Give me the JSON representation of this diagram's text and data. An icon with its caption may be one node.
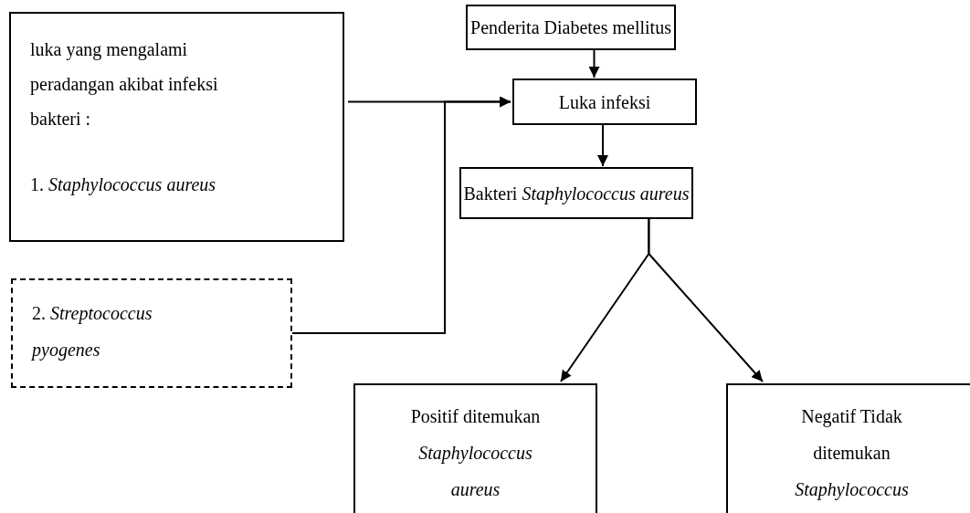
{
  "diagram": {
    "nodes": [
      {
        "text": [
          "luka yang mengalami peradangan akibat infeksi bakteri :",
          "1. *Staphylococcus aureus*"
        ]
      },
      {
        "text": [
          "2. *Streptococcus pyogenes*"
        ]
      },
      {
        "text": [
          "Penderita Diabetes mellitus"
        ]
      },
      {
        "text": [
          "Luka infeksi"
        ]
      },
      {
        "text": [
          "Bakteri *Staphylococcus aureus*"
        ]
      },
      {
        "text": [
          "Positif ditemukan *Staphylococcus aureus*"
        ]
      },
      {
        "text": [
          "Negatif Tidak ditemukan *Staphylococcus*"
        ]
      }
    ],
    "edges": [
      {
        "from": 2,
        "to": 3,
        "arrow": "to"
      },
      {
        "from": 0,
        "to": 3,
        "arrow": "to"
      },
      {
        "from": 1,
        "to": 3,
        "arrow": "to"
      },
      {
        "from": 3,
        "to": 4,
        "arrow": "to"
      },
      {
        "from": 4,
        "to": 5,
        "arrow": "to"
      },
      {
        "from": 4,
        "to": 6,
        "arrow": "to"
      }
    ]
  }
}
